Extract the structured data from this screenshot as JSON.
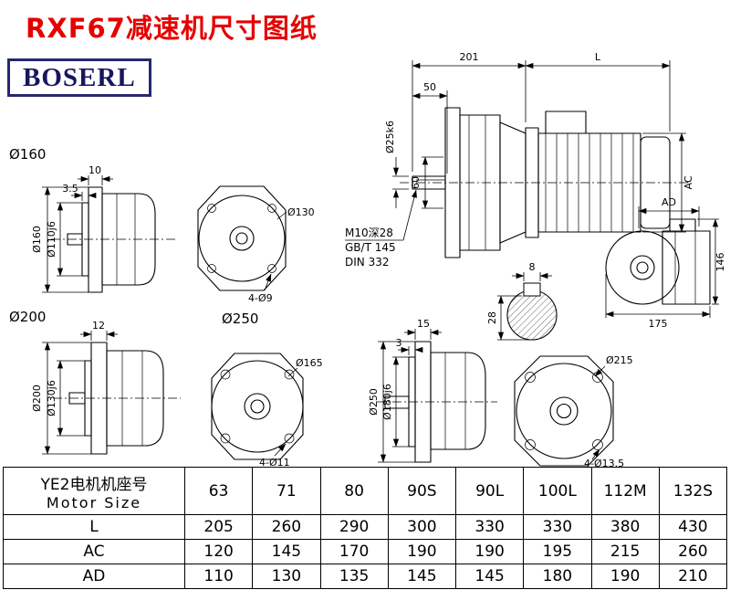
{
  "page": {
    "title": "RXF67减速机尺寸图纸",
    "brand": "BOSERL"
  },
  "main_view": {
    "dim_total_motor": "201",
    "dim_L": "L",
    "dim_shaft_len": "50",
    "dim_shaft_dia": "Ø25k6",
    "dim_spigot": "60",
    "dim_AC": "AC",
    "note1": "M10深28",
    "note2": "GB/T 145",
    "note3": "DIN 332"
  },
  "view160": {
    "label": "Ø160",
    "dim_flange_thk": "10",
    "dim_spigot_thk": "3.5",
    "dim_flange_dia": "Ø160",
    "dim_pilot_dia": "Ø110j6",
    "dim_bolt_circle": "Ø130",
    "dim_holes": "4-Ø9"
  },
  "view200": {
    "label": "Ø200",
    "dim_flange_thk": "12",
    "dim_flange_dia": "Ø200",
    "dim_pilot_dia": "Ø130j6",
    "dim_bolt_circle": "Ø165",
    "dim_holes": "4-Ø11"
  },
  "view250": {
    "label": "Ø250",
    "dim_flange_thk": "15",
    "dim_spigot_thk": "3",
    "dim_flange_dia": "Ø250",
    "dim_pilot_dia": "Ø180j6",
    "dim_bolt_circle": "Ø215",
    "dim_holes": "4-Ø13.5"
  },
  "keyway": {
    "dim_width": "8",
    "dim_height": "28"
  },
  "ad_view": {
    "dim_AD": "AD",
    "dim_height": "146",
    "dim_width": "175"
  },
  "table": {
    "header_cn": "YE2电机机座号",
    "header_en": "Motor Size",
    "columns": [
      "63",
      "71",
      "80",
      "90S",
      "90L",
      "100L",
      "112M",
      "132S"
    ],
    "rows": [
      {
        "label": "L",
        "values": [
          "205",
          "260",
          "290",
          "300",
          "330",
          "330",
          "380",
          "430"
        ]
      },
      {
        "label": "AC",
        "values": [
          "120",
          "145",
          "170",
          "190",
          "190",
          "195",
          "215",
          "260"
        ]
      },
      {
        "label": "AD",
        "values": [
          "110",
          "130",
          "135",
          "145",
          "145",
          "180",
          "190",
          "210"
        ]
      }
    ]
  }
}
